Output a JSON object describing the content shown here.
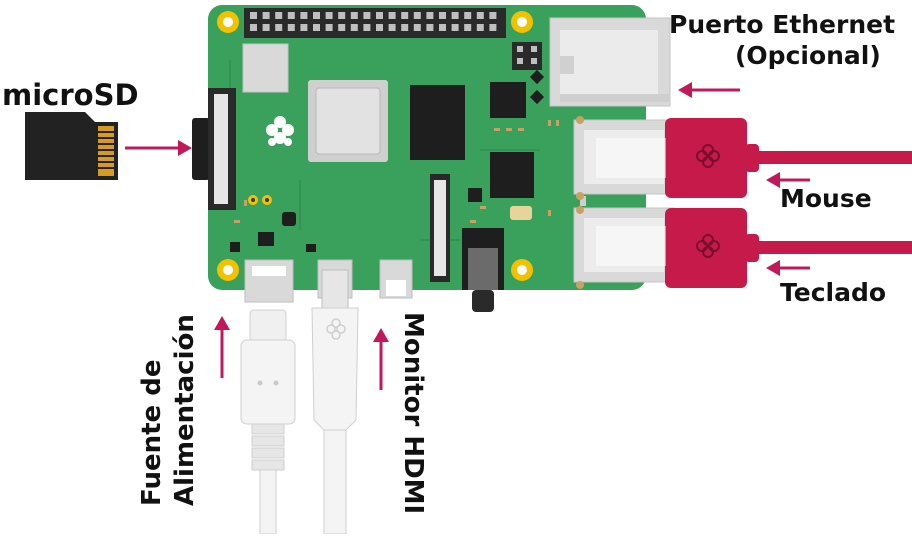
{
  "labels": {
    "microsd": "microSD",
    "ethernet_line1": "Puerto Ethernet",
    "ethernet_line2": "(Opcional)",
    "mouse": "Mouse",
    "keyboard": "Teclado",
    "power_line1": "Fuente de",
    "power_line2": "Alimentación",
    "hdmi": "Monitor HDMI"
  },
  "colors": {
    "board": "#3aa15c",
    "board_dark": "#2c8a4a",
    "arrow": "#c2185b",
    "usb_plug": "#c51a4a",
    "cable_white": "#f4f4f4",
    "port_grey": "#d9d9d9",
    "gold": "#f2c200",
    "chip": "#1e1e1e"
  },
  "icons": [
    "raspberry-logo-icon",
    "arrow-icon"
  ]
}
